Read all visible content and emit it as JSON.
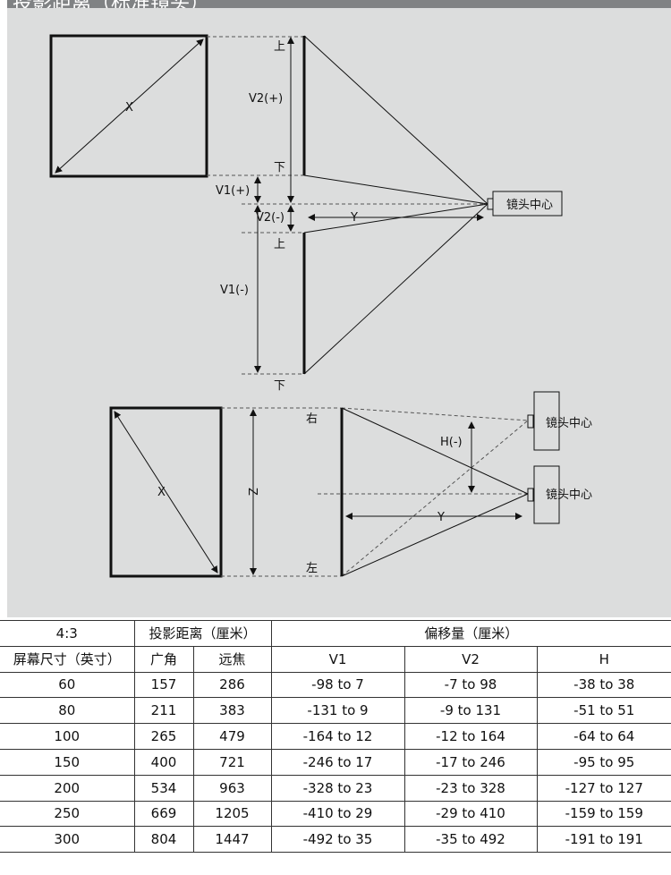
{
  "title": "投影距离（标准镜头）",
  "diagram_top": {
    "x": "X",
    "v2p": "V2(+)",
    "v1p": "V1(+)",
    "v2m": "V2(-)",
    "v1m": "V1(-)",
    "y": "Y",
    "up": "上",
    "down": "下",
    "lens": "镜头中心"
  },
  "diagram_bottom": {
    "x": "X",
    "z": "Z",
    "h": "H(-)",
    "y": "Y",
    "right": "右",
    "left": "左",
    "lens": "镜头中心"
  },
  "table": {
    "h1": [
      "4:3",
      "投影距离（厘米）",
      "偏移量（厘米）"
    ],
    "h2": [
      "屏幕尺寸（英寸）",
      "广角",
      "远焦",
      "V1",
      "V2",
      "H"
    ],
    "rows": [
      [
        "60",
        "157",
        "286",
        "-98 to 7",
        "-7 to 98",
        "-38 to 38"
      ],
      [
        "80",
        "211",
        "383",
        "-131 to 9",
        "-9 to 131",
        "-51 to 51"
      ],
      [
        "100",
        "265",
        "479",
        "-164 to 12",
        "-12 to 164",
        "-64 to 64"
      ],
      [
        "150",
        "400",
        "721",
        "-246 to 17",
        "-17 to 246",
        "-95 to 95"
      ],
      [
        "200",
        "534",
        "963",
        "-328 to 23",
        "-23 to 328",
        "-127 to 127"
      ],
      [
        "250",
        "669",
        "1205",
        "-410 to 29",
        "-29 to 410",
        "-159 to 159"
      ],
      [
        "300",
        "804",
        "1447",
        "-492 to 35",
        "-35 to 492",
        "-191 to 191"
      ]
    ]
  }
}
